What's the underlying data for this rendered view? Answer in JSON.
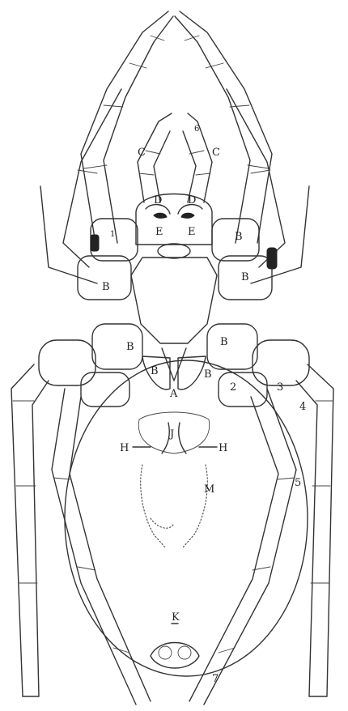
{
  "labels": {
    "A": "A",
    "B": "B",
    "C": "C",
    "D": "D",
    "E": "E",
    "H": "H",
    "J": "J",
    "K": "K",
    "M": "M"
  },
  "segment_numbers": {
    "n1": "1",
    "n2": "2",
    "n3": "3",
    "n4": "4",
    "n5": "5",
    "n6": "6",
    "n7": "7"
  }
}
